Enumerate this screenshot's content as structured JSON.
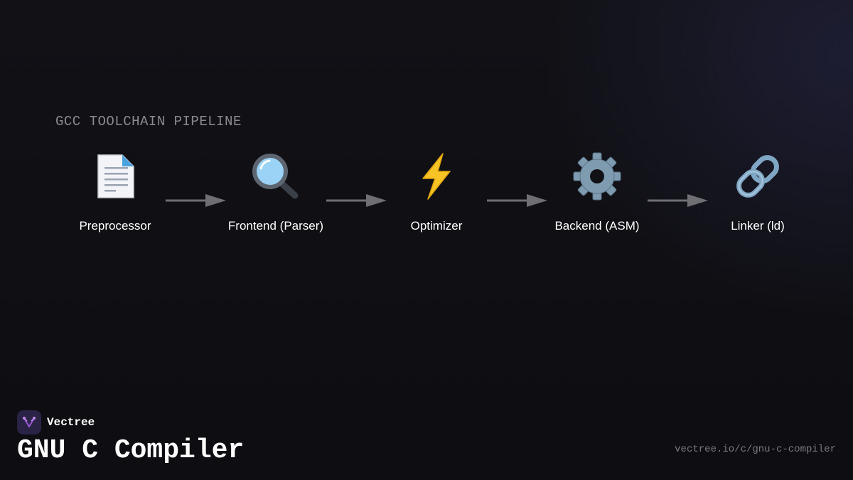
{
  "pipeline": {
    "label": "GCC TOOLCHAIN PIPELINE",
    "stages": [
      {
        "label": "Preprocessor",
        "icon": "document-icon"
      },
      {
        "label": "Frontend (Parser)",
        "icon": "magnifier-icon"
      },
      {
        "label": "Optimizer",
        "icon": "lightning-icon"
      },
      {
        "label": "Backend (ASM)",
        "icon": "gear-icon"
      },
      {
        "label": "Linker (ld)",
        "icon": "link-icon"
      }
    ],
    "arrow_color": "#6e6e73"
  },
  "brand": {
    "name": "Vectree",
    "logo_color": "#9b59d6"
  },
  "page": {
    "title": "GNU C Compiler",
    "url": "vectree.io/c/gnu-c-compiler"
  }
}
